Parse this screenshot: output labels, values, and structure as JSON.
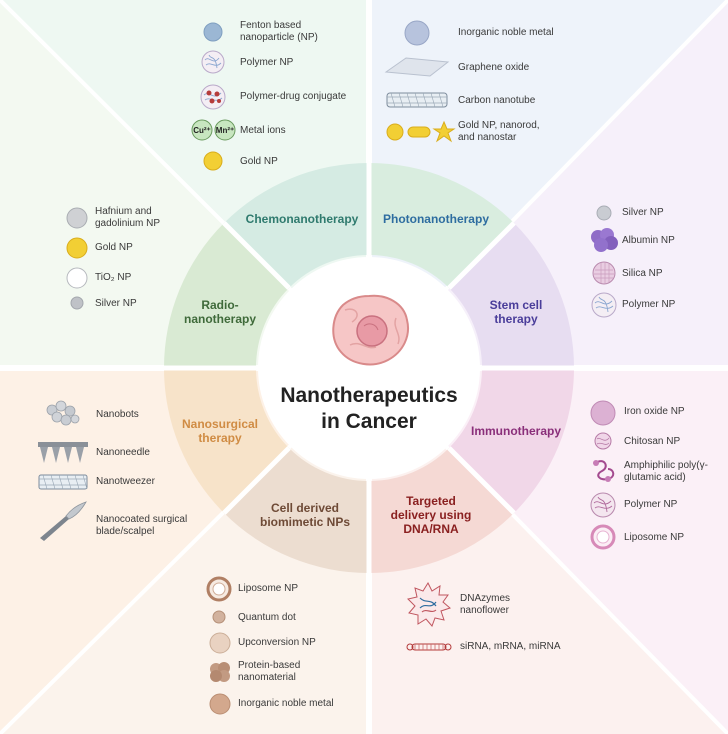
{
  "center": {
    "line1": "Nanotherapeutics",
    "line2": "in Cancer"
  },
  "segments": {
    "chemo": "Chemonanotherapy",
    "photo": "Photonanotherapy",
    "stem_l1": "Stem cell",
    "stem_l2": "therapy",
    "immuno": "Immunotherapy",
    "targeted_l1": "Targeted",
    "targeted_l2": "delivery using",
    "targeted_l3": "DNA/RNA",
    "cell_l1": "Cell derived",
    "cell_l2": "biomimetic NPs",
    "nanosurg_l1": "Nanosurgical",
    "nanosurg_l2": "therapy",
    "radio_l1": "Radio-",
    "radio_l2": "nanotherapy"
  },
  "chemo_items": {
    "fenton_l1": "Fenton based",
    "fenton_l2": "nanoparticle (NP)",
    "polymer": "Polymer NP",
    "conjugate": "Polymer-drug conjugate",
    "metal_ions": "Metal ions",
    "gold": "Gold NP",
    "cu": "Cu²⁺",
    "mn": "Mn²⁺"
  },
  "photo_items": {
    "noble": "Inorganic noble metal",
    "graphene": "Graphene oxide",
    "cnt": "Carbon nanotube",
    "gold_l1": "Gold NP, nanorod,",
    "gold_l2": "and nanostar"
  },
  "stem_items": {
    "silver": "Silver NP",
    "albumin": "Albumin NP",
    "silica": "Silica NP",
    "polymer": "Polymer NP"
  },
  "immuno_items": {
    "iron": "Iron oxide NP",
    "chitosan": "Chitosan NP",
    "amph_l1": "Amphiphilic poly(γ-",
    "amph_l2": "glutamic acid)",
    "polymer": "Polymer NP",
    "liposome": "Liposome NP"
  },
  "targeted_items": {
    "dnazyme_l1": "DNAzymes",
    "dnazyme_l2": "nanoflower",
    "rna": "siRNA, mRNA, miRNA"
  },
  "cell_items": {
    "liposome": "Liposome NP",
    "qdot": "Quantum dot",
    "upconv": "Upconversion NP",
    "protein_l1": "Protein-based",
    "protein_l2": "nanomaterial",
    "noble": "Inorganic noble metal"
  },
  "nanosurg_items": {
    "nanobots": "Nanobots",
    "needle": "Nanoneedle",
    "tweezer": "Nanotweezer",
    "blade_l1": "Nanocoated surgical",
    "blade_l2": "blade/scalpel"
  },
  "radio_items": {
    "hafnium_l1": "Hafnium and",
    "hafnium_l2": "gadolinium NP",
    "gold": "Gold NP",
    "tio2": "TiO₂ NP",
    "silver": "Silver NP"
  },
  "colors": {
    "chemo": "#2f7a6e",
    "photo": "#2e6da0",
    "stem": "#4a3d9a",
    "immuno": "#8a2f7a",
    "targeted": "#8a2020",
    "cell": "#6e4a36",
    "nanosurg": "#c9803a",
    "radio": "#3f6a3a"
  }
}
